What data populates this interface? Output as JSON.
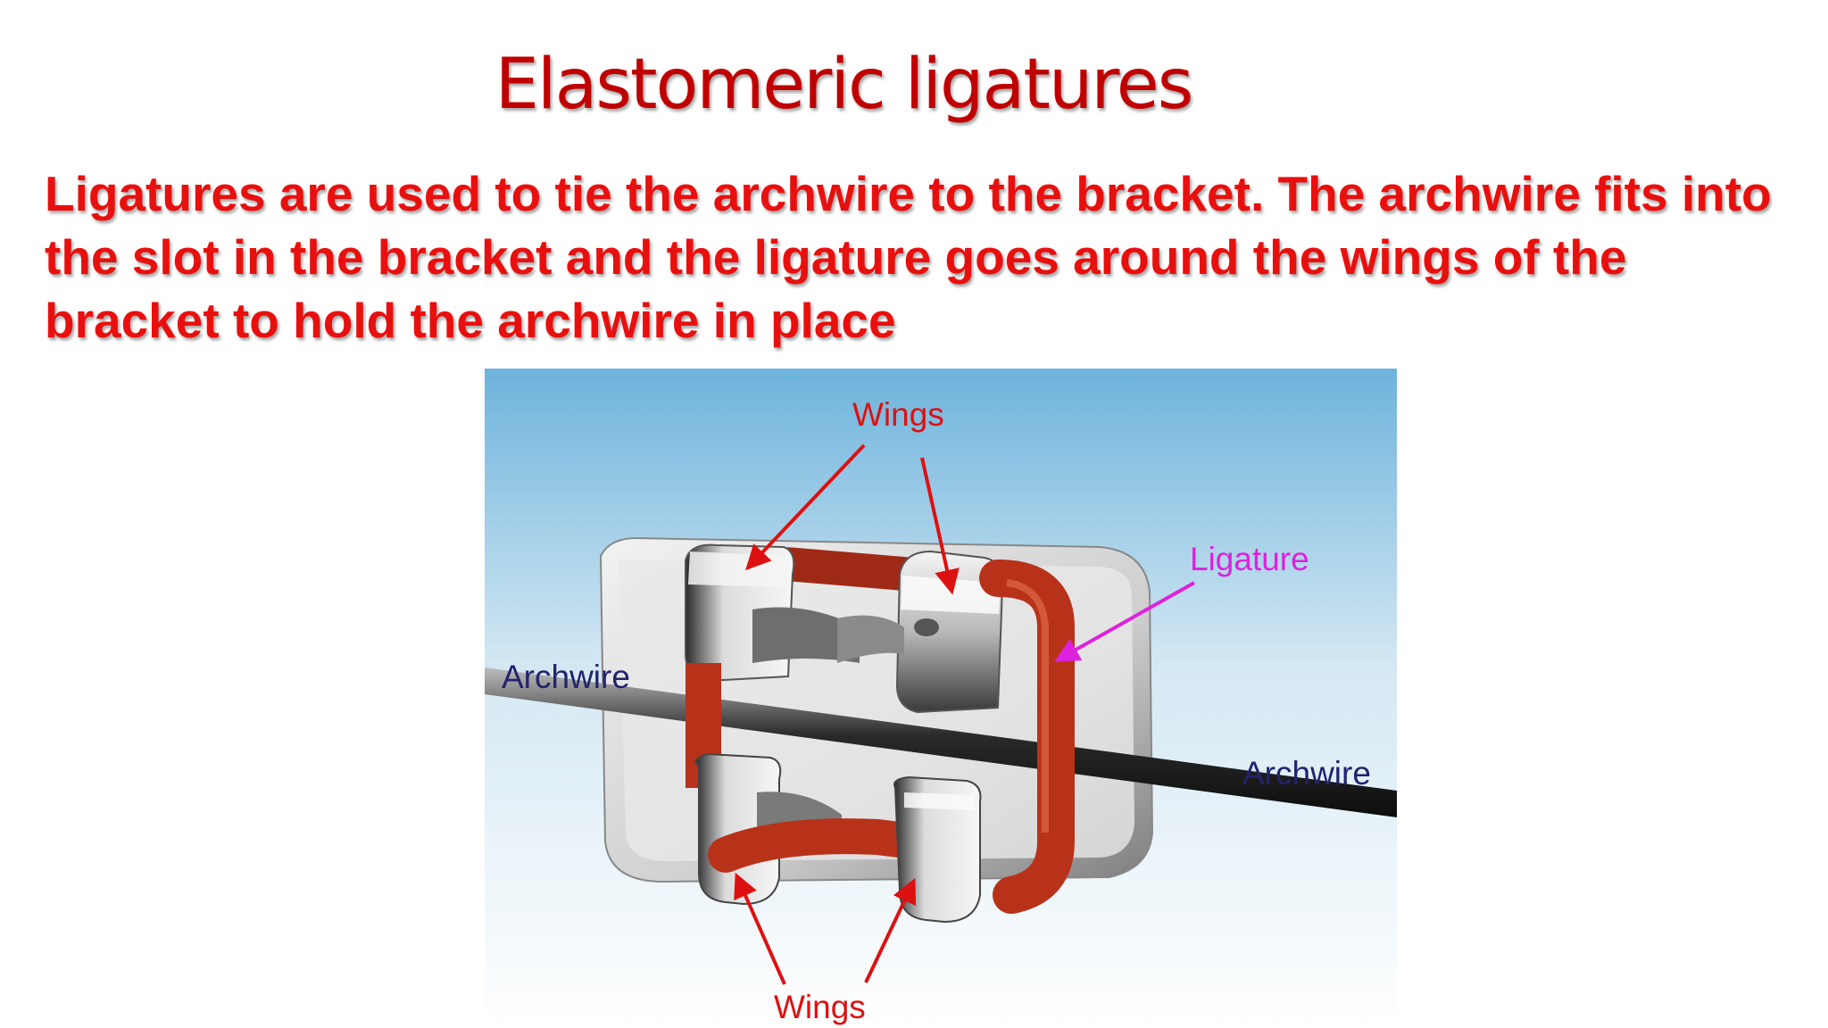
{
  "slide": {
    "title": "Elastomeric ligatures",
    "body": "Ligatures are used to tie the archwire to the bracket. The archwire fits into the slot in the bracket and the ligature goes around the wings of the bracket to hold the archwire in place"
  },
  "figure": {
    "labels": {
      "wings_top": "Wings",
      "wings_bottom": "Wings",
      "ligature": "Ligature",
      "archwire_left": "Archwire",
      "archwire_right": "Archwire"
    }
  },
  "colors": {
    "text_red": "#e8100e",
    "title_red": "#c00000",
    "arrow_red": "#dd1111",
    "ligature_magenta": "#dd22dd",
    "archwire_navy": "#22226e",
    "ligature_band": "#b8321a"
  }
}
